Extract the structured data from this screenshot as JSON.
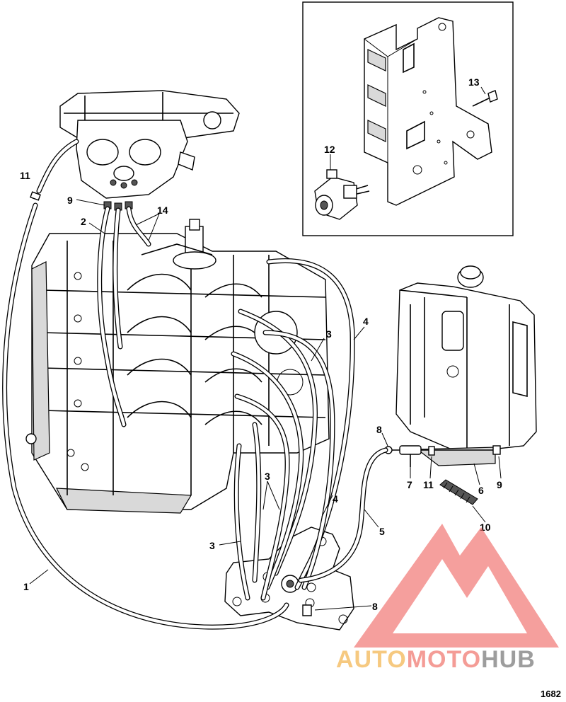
{
  "diagram": {
    "figure_number": "1682",
    "callouts": [
      "1",
      "2",
      "3",
      "3",
      "3",
      "4",
      "4",
      "5",
      "6",
      "7",
      "8",
      "8",
      "9",
      "9",
      "10",
      "11",
      "11",
      "12",
      "13",
      "14"
    ],
    "watermark": {
      "parts": [
        "AUTO",
        "MOTO",
        "HUB"
      ],
      "colors": [
        "#f5c06b",
        "#f38b84",
        "#9a9a9a"
      ],
      "logo_color": "#f06a66"
    }
  }
}
